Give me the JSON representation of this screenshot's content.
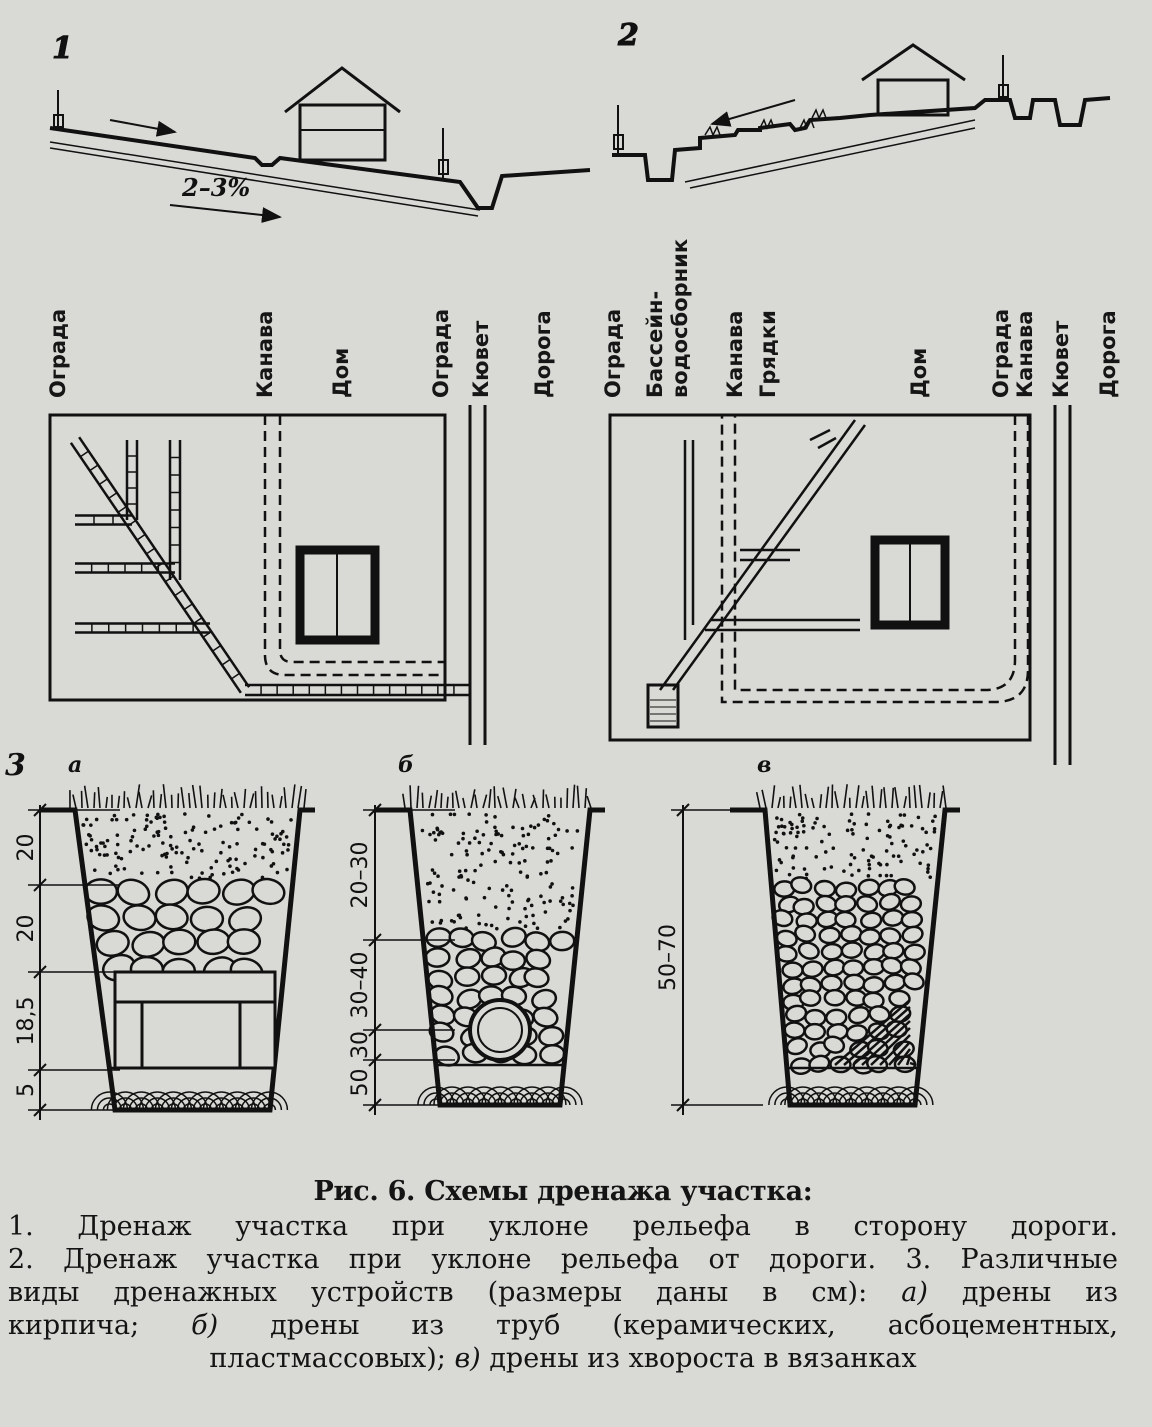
{
  "figure": {
    "part1_number": "1",
    "part2_number": "2",
    "part3_number": "3",
    "slope_label": "2–3%",
    "part1_labels": [
      "Ограда",
      "Канава",
      "Дом",
      "Ограда",
      "Кювет",
      "Дорога"
    ],
    "part2_labels": [
      "Ограда",
      "Бассейн-",
      "водосборник",
      "Канава",
      "Грядки",
      "Дом",
      "Ограда",
      "Канава",
      "Кювет",
      "Дорога"
    ],
    "section_letters": [
      "а",
      "б",
      "в"
    ],
    "dims_a": [
      "20",
      "20",
      "18,5",
      "5"
    ],
    "dims_b": [
      "20–30",
      "30–40",
      "30",
      "50"
    ],
    "dims_c": [
      "50–70"
    ]
  },
  "caption": {
    "title": "Рис. 6. Схемы дренажа участка:",
    "line1": "1. Дренаж участка при уклоне рельефа в сторону дороги.",
    "line2": "2. Дренаж участка при уклоне рельефа от дороги. 3. Различные",
    "line3_a": "виды дренажных устройств (размеры даны в см):",
    "line3_b_letter": "а)",
    "line3_b": "дрены из",
    "line4_a": "кирпича;",
    "line4_b_letter": "б)",
    "line4_b": "дрены из труб (керамических, асбоцементных,",
    "line5_a": "пластмассовых);",
    "line5_b_letter": "в)",
    "line5_b": "дрены из хвороста в вязанках"
  }
}
